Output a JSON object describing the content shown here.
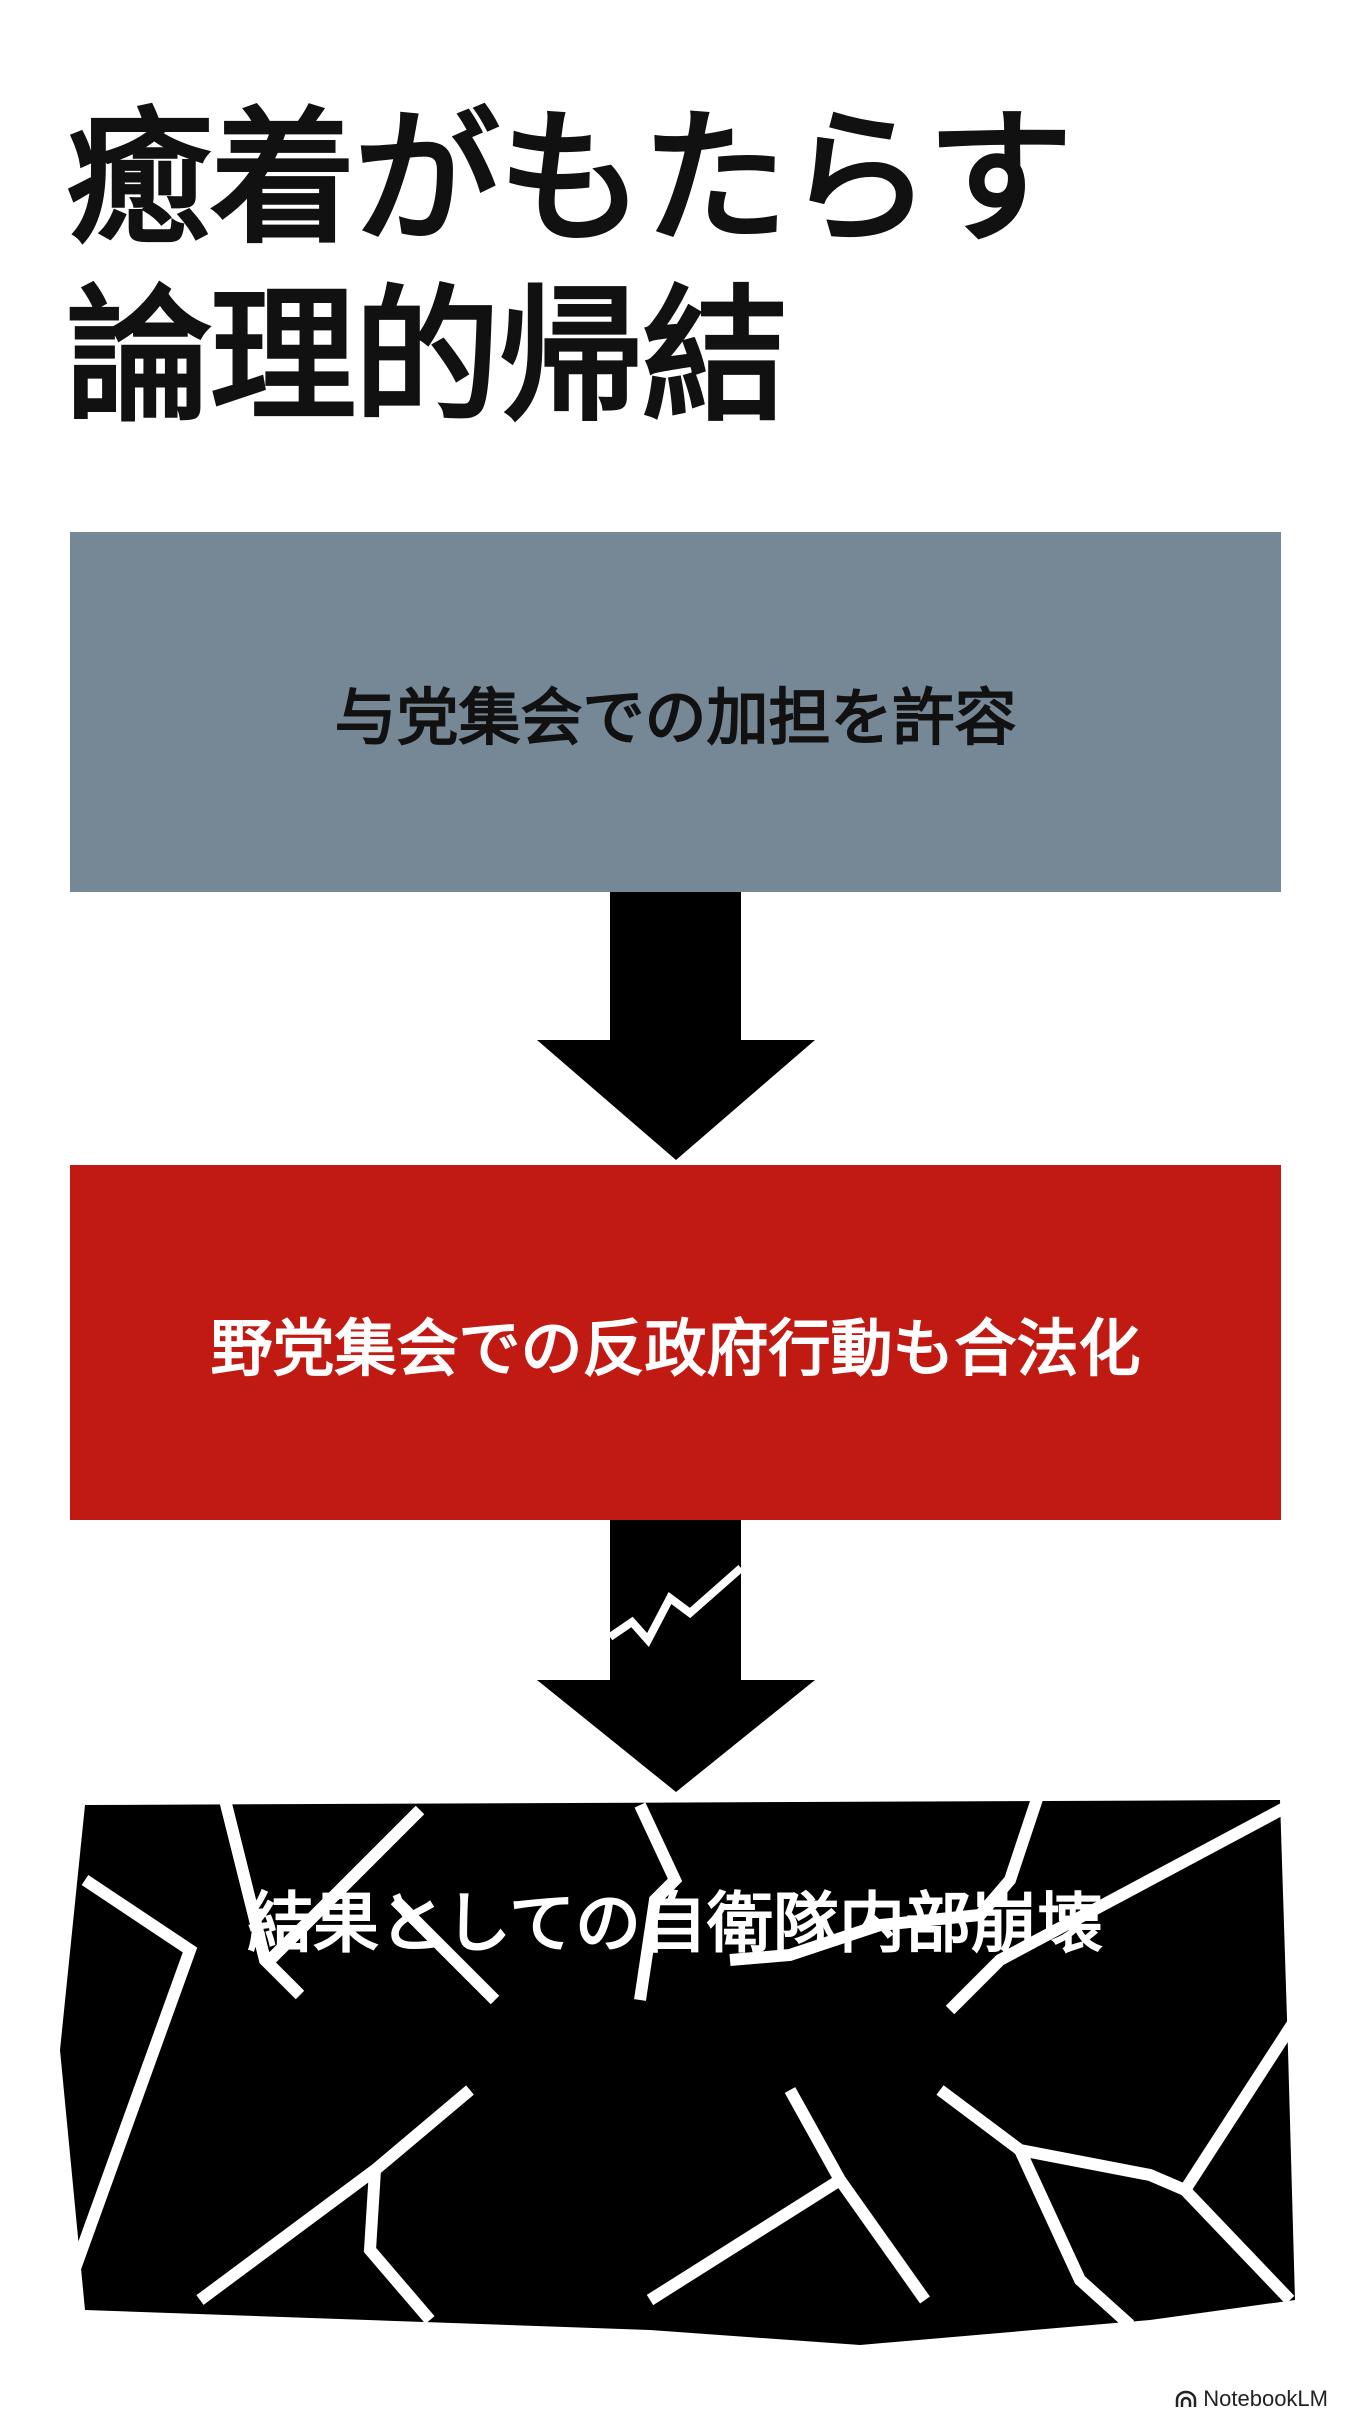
{
  "title": {
    "line1": "癒着がもたらす",
    "line2": "論理的帰結"
  },
  "steps": [
    {
      "label": "与党集会での加担を許容",
      "color": "#768896"
    },
    {
      "label": "野党集会での反政府行動も合法化",
      "color": "#c11a12"
    },
    {
      "label": "結果としての自衛隊内部崩壊",
      "color": "#000000"
    }
  ],
  "icons": {
    "arrow": "down-arrow-icon",
    "cracked_arrow": "cracked-down-arrow-icon",
    "brand": "notebooklm-logo-icon"
  },
  "brand": {
    "label": "NotebookLM"
  }
}
